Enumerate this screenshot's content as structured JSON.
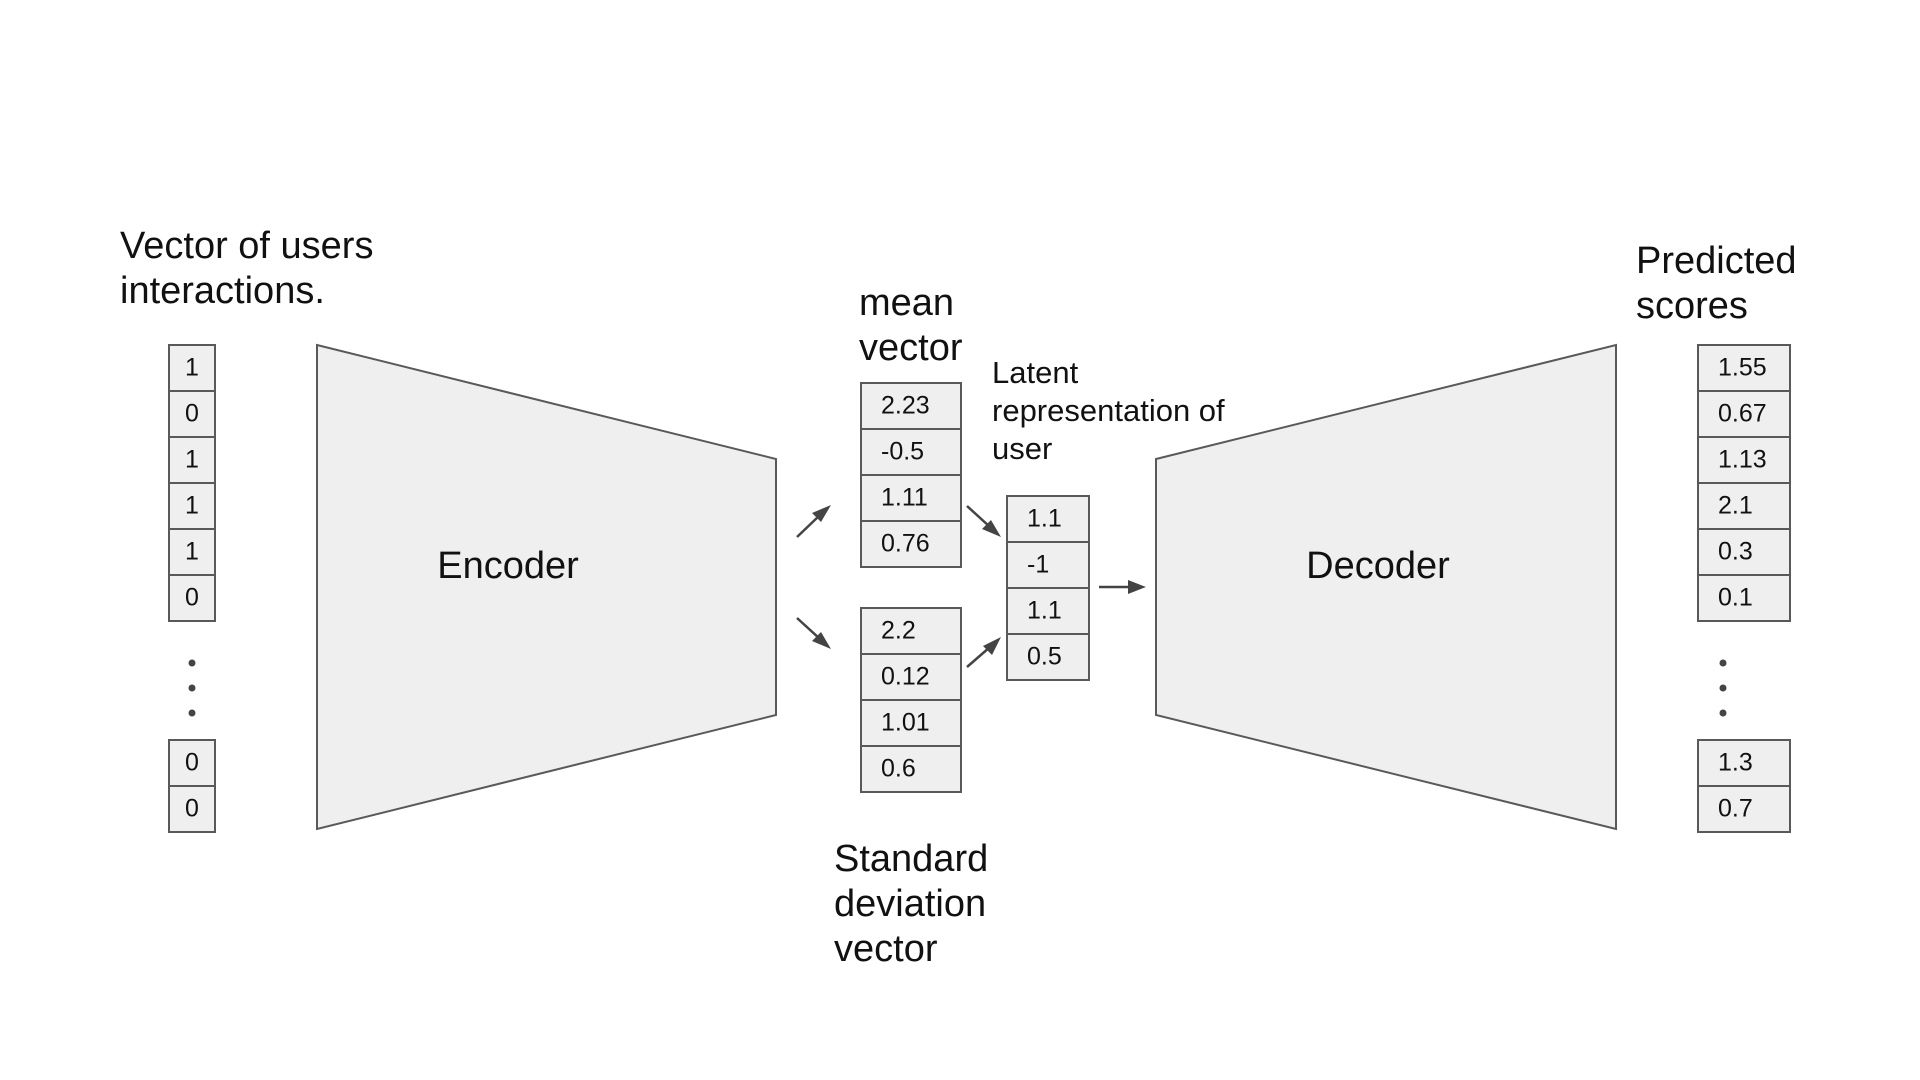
{
  "labels": {
    "input_title": [
      "Vector of users",
      "interactions."
    ],
    "mean_title": [
      "mean",
      "vector"
    ],
    "latent_title": [
      "Latent",
      "representation of",
      "user"
    ],
    "std_title": [
      "Standard",
      "deviation",
      "vector"
    ],
    "output_title": [
      "Predicted",
      "scores"
    ],
    "encoder": "Encoder",
    "decoder": "Decoder"
  },
  "vectors": {
    "input_top": [
      "1",
      "0",
      "1",
      "1",
      "1",
      "0"
    ],
    "input_bottom": [
      "0",
      "0"
    ],
    "mean": [
      "2.23",
      "-0.5",
      "1.11",
      "0.76"
    ],
    "std": [
      "2.2",
      "0.12",
      "1.01",
      "0.6"
    ],
    "latent": [
      "1.1",
      "-1",
      "1.1",
      "0.5"
    ],
    "output_top": [
      "1.55",
      "0.67",
      "1.13",
      "2.1",
      "0.3",
      "0.1"
    ],
    "output_bottom": [
      "1.3",
      "0.7"
    ]
  },
  "colors": {
    "fill": "#efefef",
    "stroke": "#595959",
    "arrow": "#444444",
    "text": "#111111"
  }
}
